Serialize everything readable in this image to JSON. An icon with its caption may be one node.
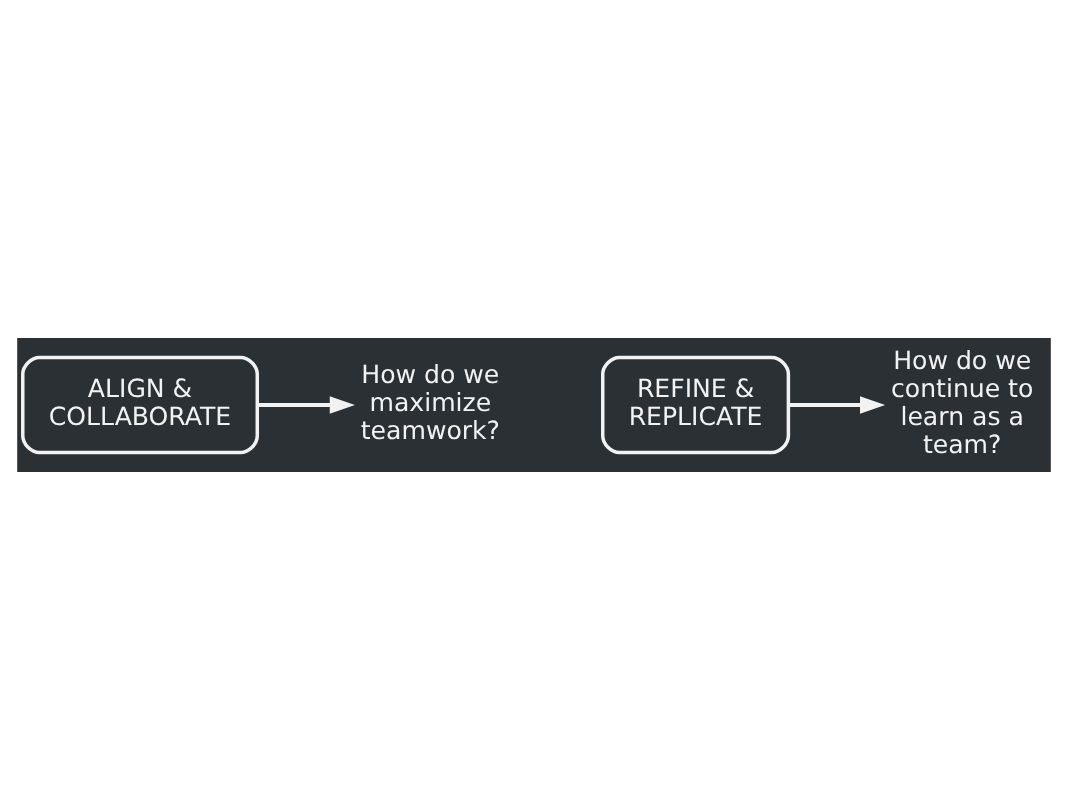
{
  "diagram": {
    "nodes": [
      {
        "text": [
          "How do we maximize teamwork?"
        ]
      },
      {
        "text": [
          "ALIGN & COLLABORATE"
        ]
      },
      {
        "text": [
          "REFINE & REPLICATE"
        ]
      },
      {
        "text": [
          "How do we continue to learn as a team?"
        ]
      }
    ],
    "edges": [
      {
        "from": 1,
        "to": 0,
        "arrow": "to"
      },
      {
        "from": 2,
        "to": 3,
        "arrow": "to"
      }
    ]
  }
}
